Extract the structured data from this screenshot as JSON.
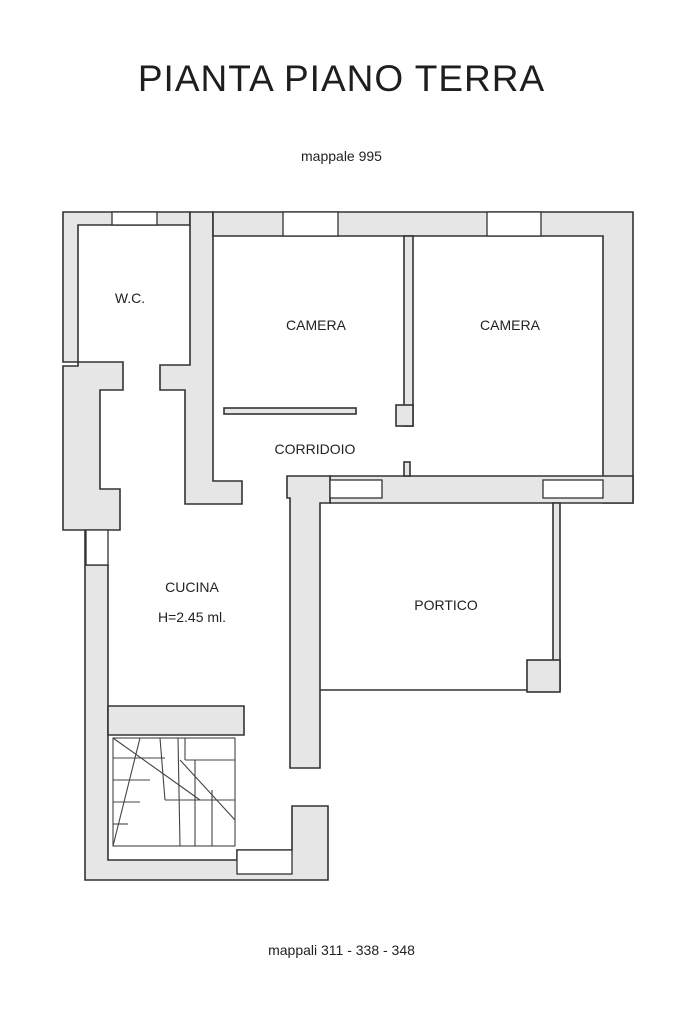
{
  "header": {
    "title": "PIANTA PIANO TERRA",
    "subtitle": "mappale 995"
  },
  "rooms": {
    "wc": "W.C.",
    "camera_left": "CAMERA",
    "camera_right": "CAMERA",
    "corridoio": "CORRIDOIO",
    "cucina": "CUCINA",
    "cucina_height": "H=2.45 ml.",
    "portico": "PORTICO"
  },
  "footer": {
    "text": "mappali 311 - 338 - 348"
  },
  "colors": {
    "wall_fill": "#e6e6e6",
    "line": "#333333",
    "background": "#ffffff"
  }
}
